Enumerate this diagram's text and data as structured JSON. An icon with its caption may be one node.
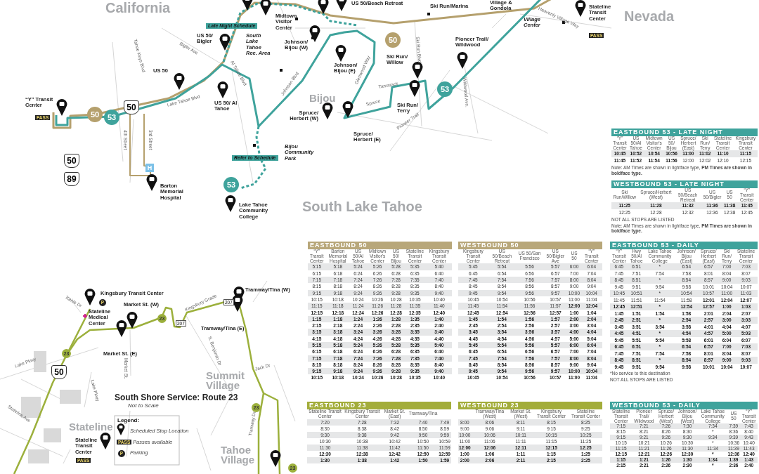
{
  "diagram": {
    "labels": [
      "California",
      "US 50/Beach Retreat",
      "Ski Run/Marina",
      "Village & Gondola",
      "Heavenly Village Way",
      "Stateline Transit Center",
      "Nevada",
      "Late Night Schedule",
      "Midtown Visitor Center",
      "Village Center",
      "Tahoe Keys Blvd",
      "Bigler Ave",
      "US 50/ Bigler",
      "South Lake Tahoe Rec. Area",
      "Johnson/ Bijou (W)",
      "50",
      "Ski Run Blvd",
      "Pioneer Trail/ Wildwood",
      "PASS",
      "US 50",
      "Al Tahoe Blvd",
      "Johnson/ Bijou (E)",
      "Ski Run/ Willow",
      "“Y” Transit Center",
      "PASS",
      "50",
      "53",
      "50",
      "Lake Tahoe Blvd",
      "US 50/ Al Tahoe",
      "Johnson Blvd",
      "Spruce/ Herbert (W)",
      "Bijou",
      "Glenwood Way",
      "Spruce",
      "Tamarack",
      "Ski Run/ Terry",
      "53",
      "Wildwood Ave.",
      "50",
      "4th Street",
      "H",
      "3rd Street",
      "Refer to Schedule",
      "Bijou Community Park",
      "Spruce/ Herbert (E)",
      "Pioneer Trail",
      "89",
      "Barton Memorial Hospital",
      "53",
      "Lake Tahoe Community College",
      "South Lake Tahoe",
      "EASTBOUND 53 - LATE NIGHT",
      "“Y” Transit Center",
      "US 50/Al Tahoe",
      "Midtown Visitor's Center",
      "US 50/ Bijou",
      "Spruce/ Herbert (East)",
      "Ski Run/ Terry",
      "Stateline Transit Center",
      "Kingsbury Transit Center",
      "10:45",
      "10:52",
      "10:54",
      "10:56",
      "11:00",
      "11:02",
      "11:10",
      "11:15",
      "11:45",
      "11:52",
      "11:54",
      "11:56",
      "12:00",
      "12:02",
      "12:10",
      "12:15",
      "Note: AM Times are shown in lightface type, **PM Times are shown in boldface type.**",
      "WESTBOUND 53 - LATE NIGHT",
      "Ski Run/Willow",
      "Spruce/Herbert (West)",
      "US 50/Beach Retreat",
      "US 50/Bigler",
      "US 50",
      "“Y” Transit Center",
      "11:25",
      "11:28",
      "11:32",
      "11:36",
      "11:38",
      "11:45",
      "12:25",
      "12:28",
      "12:32",
      "12:36",
      "12:38",
      "12:45",
      "NOT ALL STOPS ARE LISTED",
      "Note: AM Times are shown in lightface type, **PM Times are shown in boldface type.**",
      "EASTBOUND 50",
      "“Y” Transit Center",
      "Barton Memorial Hospital",
      "US 50/Al Tahoe",
      "Midtown Visitor's Center",
      "US 50/ Bijou",
      "Stateline Transit Center",
      "Kingsbury Transit Center",
      "5:15",
      "5:18",
      "5:24",
      "5:26",
      "5:28",
      "5:35",
      "5:40",
      "6:15",
      "6:18",
      "6:24",
      "6:26",
      "6:28",
      "6:35",
      "6:40",
      "7:15",
      "7:18",
      "7:24",
      "7:26",
      "7:28",
      "7:35",
      "7:40",
      "8:15",
      "8:18",
      "8:24",
      "8:26",
      "8:28",
      "8:35",
      "8:40",
      "9:15",
      "9:18",
      "9:24",
      "9:26",
      "9:28",
      "9:35",
      "9:40",
      "10:15",
      "10:18",
      "10:24",
      "10:26",
      "10:28",
      "10:35",
      "10:40",
      "11:15",
      "11:18",
      "11:24",
      "11:26",
      "11:28",
      "11:35",
      "11:40",
      "12:15",
      "12:18",
      "12:24",
      "12:26",
      "12:28",
      "12:35",
      "12:40",
      "1:15",
      "1:18",
      "1:24",
      "1:26",
      "1:28",
      "1:35",
      "1:40",
      "2:15",
      "2:18",
      "2:24",
      "2:26",
      "2:28",
      "2:35",
      "2:40",
      "3:15",
      "3:18",
      "3:24",
      "3:26",
      "3:28",
      "3:35",
      "3:40",
      "4:15",
      "4:18",
      "4:24",
      "4:26",
      "4:28",
      "4:35",
      "4:40",
      "5:15",
      "5:18",
      "5:24",
      "5:26",
      "5:28",
      "5:35",
      "5:40",
      "6:15",
      "6:18",
      "6:24",
      "6:26",
      "6:28",
      "6:35",
      "6:40",
      "7:15",
      "7:18",
      "7:24",
      "7:26",
      "7:28",
      "7:35",
      "7:40",
      "8:15",
      "8:18",
      "8:24",
      "8:26",
      "8:28",
      "8:35",
      "8:40",
      "9:15",
      "9:18",
      "9:24",
      "9:26",
      "9:28",
      "9:35",
      "9:40",
      "10:15",
      "10:18",
      "10:24",
      "10:26",
      "10:28",
      "10:35",
      "10:40",
      "WESTBOUND 50",
      "Kingsbury Transit Center",
      "US 50/Beach Retreat",
      "US 50/San Francisco",
      "US 50/Bigler Ave",
      "US 50",
      "“Y” Transit Center",
      "5:45",
      "5:54",
      "5:56",
      "5:57",
      "6:00",
      "6:04",
      "6:45",
      "6:54",
      "6:56",
      "6:57",
      "7:00",
      "7:04",
      "7:45",
      "7:54",
      "7:56",
      "7:57",
      "8:00",
      "8:04",
      "8:45",
      "8:54",
      "8:56",
      "8:57",
      "9:00",
      "9:04",
      "9:45",
      "9:54",
      "9:56",
      "9:57",
      "10:00",
      "10:04",
      "10:45",
      "10:54",
      "10:56",
      "10:57",
      "11:00",
      "11:04",
      "11:45",
      "11:54",
      "11:56",
      "11:57",
      "12:00",
      "12:04",
      "12:45",
      "12:54",
      "12:56",
      "12:57",
      "1:00",
      "1:04",
      "1:45",
      "1:54",
      "1:56",
      "1:57",
      "2:00",
      "2:04",
      "2:45",
      "2:54",
      "2:56",
      "2:57",
      "3:00",
      "3:04",
      "3:45",
      "3:54",
      "3:56",
      "3:57",
      "4:00",
      "4:04",
      "4:45",
      "4:54",
      "4:56",
      "4:57",
      "5:00",
      "5:04",
      "5:45",
      "5:54",
      "5:56",
      "5:57",
      "6:00",
      "6:04",
      "6:45",
      "6:54",
      "6:56",
      "6:57",
      "7:00",
      "7:04",
      "7:45",
      "7:54",
      "7:56",
      "7:57",
      "8:00",
      "8:04",
      "8:45",
      "8:54",
      "8:56",
      "8:57",
      "9:00",
      "9:04",
      "9:45",
      "9:54",
      "9:56",
      "9:57",
      "10:00",
      "10:04",
      "10:45",
      "10:54",
      "10:56",
      "10:57",
      "11:00",
      "11:04",
      "EASTBOUND 53 - DAILY",
      "“Y” Transit Center",
      "Hwy 50/Al Tahoe",
      "Lake Tahoe Community College",
      "Johnson/ Bijou (East)",
      "Spruce/ Herbert (East)",
      "Ski Run/ Terry",
      "Stateline Transit Center",
      "6:45",
      "6:51",
      "*",
      "6:54",
      "6:57",
      "7:00",
      "7:03",
      "7:45",
      "7:51",
      "7:54",
      "7:58",
      "8:01",
      "8:04",
      "8:07",
      "8:45",
      "8:51",
      "*",
      "8:54",
      "8:57",
      "9:00",
      "9:03",
      "9:45",
      "9:51",
      "9:54",
      "9:58",
      "10:01",
      "10:04",
      "10:07",
      "10:45",
      "10:51",
      "*",
      "10:54",
      "10:57",
      "11:00",
      "11:03",
      "11:45",
      "11:51",
      "11:54",
      "11:58",
      "12:01",
      "12:04",
      "12:07",
      "12:45",
      "12:51",
      "*",
      "12:54",
      "12:57",
      "1:00",
      "1:03",
      "1:45",
      "1:51",
      "1:54",
      "1:58",
      "2:01",
      "2:04",
      "2:07",
      "2:45",
      "2:51",
      "*",
      "2:54",
      "2:57",
      "3:00",
      "3:03",
      "3:45",
      "3:51",
      "3:54",
      "3:58",
      "4:01",
      "4:04",
      "4:07",
      "4:45",
      "4:51",
      "*",
      "4:54",
      "4:57",
      "5:00",
      "5:03",
      "5:45",
      "5:51",
      "5:54",
      "5:58",
      "6:01",
      "6:04",
      "6:07",
      "6:45",
      "6:51",
      "*",
      "6:54",
      "6:57",
      "7:00",
      "7:03",
      "7:45",
      "7:51",
      "7:54",
      "7:58",
      "8:01",
      "8:04",
      "8:07",
      "8:45",
      "8:51",
      "*",
      "8:54",
      "8:57",
      "9:00",
      "9:03",
      "9:45",
      "9:51",
      "9:54",
      "9:58",
      "10:01",
      "10:04",
      "10:07",
      "*No service to this destination",
      "NOT ALL STOPS ARE LISTED",
      "EASTBOUND 23",
      "Stateline Transit Center",
      "Kingsbury Transit Center",
      "Market St. (East)",
      "Tramway/Tina",
      "7:20",
      "7:28",
      "7:32",
      "7:40",
      "7:49",
      "8:30",
      "8:38",
      "8:42",
      "8:50",
      "8:59",
      "9:30",
      "9:38",
      "9:42",
      "9:50",
      "9:59",
      "10:30",
      "10:38",
      "10:42",
      "10:50",
      "10:59",
      "11:30",
      "11:38",
      "11:42",
      "11:50",
      "11:59",
      "12:30",
      "12:38",
      "12:42",
      "12:50",
      "12:59",
      "1:30",
      "1:38",
      "1:42",
      "1:50",
      "1:59",
      "WESTBOUND 23",
      "Tramway/Tina (West)",
      "Market St. (West)",
      "Kingsbury Transit Center",
      "Stateline Transit Center",
      "8:00",
      "8:06",
      "8:11",
      "8:15",
      "8:25",
      "9:00",
      "9:06",
      "9:11",
      "9:15",
      "9:25",
      "10:00",
      "10:06",
      "10:11",
      "10:15",
      "10:25",
      "11:00",
      "11:06",
      "11:11",
      "11:15",
      "11:25",
      "12:00",
      "12:06",
      "12:11",
      "12:15",
      "12:25",
      "1:00",
      "1:06",
      "1:11",
      "1:15",
      "1:25",
      "2:00",
      "2:06",
      "2:11",
      "2:15",
      "2:25",
      "WESTBOUND 53 - DAILY",
      "Stateline Transit Center",
      "Pioneer Trail/ Wildwood",
      "Spruce/ Herbert (West)",
      "Johnson/ Bijou (West)",
      "Lake Tahoe Community College",
      "US 50",
      "“Y” Transit Center",
      "7:15",
      "7:21",
      "7:26",
      "7:30",
      "7:34",
      "7:39",
      "7:43",
      "8:15",
      "8:21",
      "8:26",
      "8:30",
      "*",
      "8:36",
      "8:40",
      "9:15",
      "9:21",
      "9:26",
      "9:30",
      "9:34",
      "9:39",
      "9:43",
      "10:15",
      "10:21",
      "10:26",
      "10:30",
      "*",
      "10:36",
      "10:40",
      "11:15",
      "11:21",
      "11:26",
      "11:30",
      "11:34",
      "11:39",
      "11:43",
      "12:15",
      "12:21",
      "12:26",
      "12:30",
      "*",
      "12:36",
      "12:40",
      "1:15",
      "1:21",
      "1:26",
      "1:30",
      "1:34",
      "1:39",
      "1:43",
      "2:15",
      "2:21",
      "2:26",
      "2:30",
      "*",
      "2:36",
      "2:40",
      "Kingsbury Transit Center",
      "P",
      "Kahle Dr",
      "Stateline Medical Center",
      "Market St. (W)",
      "Market St. (E)",
      "Market St.",
      "Kingsbury Grade",
      "207",
      "207",
      "Tramway/Tina (W)",
      "Tramway/Tina (E)",
      "S. Benjamin Dr",
      "Lake Pkwy",
      "Lake Pkwy",
      "50",
      "23",
      "23",
      "23",
      "23",
      "Stateline Ave",
      "Stateline",
      "Stateline Transit Center",
      "PASS",
      "Summit Village",
      "Jack Dr",
      "Tramway Dr",
      "Tahoe Village",
      "South Shore Service: Route 23",
      "Not to Scale",
      "Legend:",
      "PASS",
      "P"
    ],
    "legend": [
      {
        "text": "Scheduled Stop Location"
      },
      {
        "text": "Passes available"
      },
      {
        "text": "Parking"
      }
    ]
  }
}
